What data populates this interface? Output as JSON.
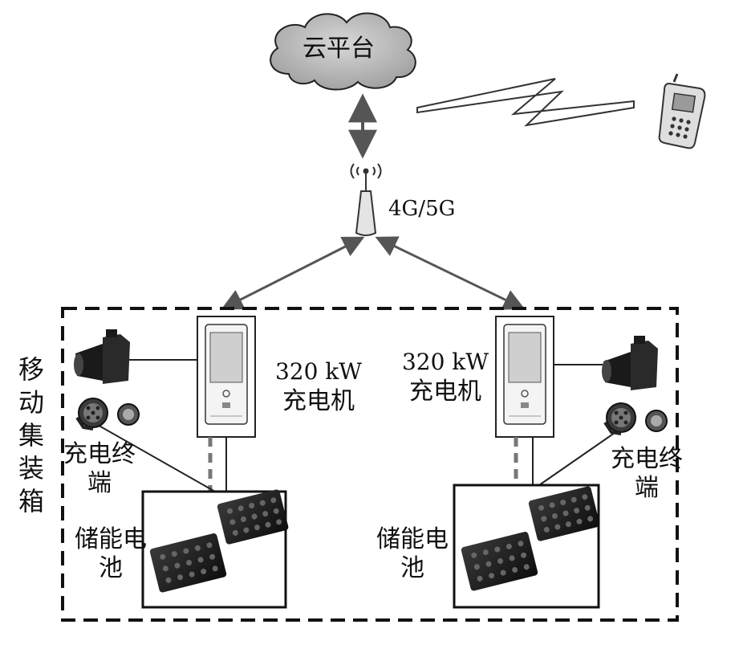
{
  "labels": {
    "cloud": "云平台",
    "network": "4G/5G",
    "container": "移动集装箱",
    "charger_left": {
      "power": "320 kW",
      "name": "充电机"
    },
    "charger_right": {
      "power": "320 kW",
      "name": "充电机"
    },
    "terminal_left": "充电终端",
    "terminal_right": "充电终端",
    "battery_left": "储能电池",
    "battery_right": "储能电池"
  },
  "icons": [
    "cloud-icon",
    "antenna-icon",
    "lightning-link-icon",
    "mobile-phone-icon",
    "camera-icon",
    "charging-plug-icon",
    "battery-pack-icon",
    "charger-cabinet-icon"
  ],
  "colors": {
    "stroke": "#111111",
    "arrow": "#555555",
    "cloud_fill": "#bdbdbd",
    "phone_fill": "#e0e0e0"
  }
}
